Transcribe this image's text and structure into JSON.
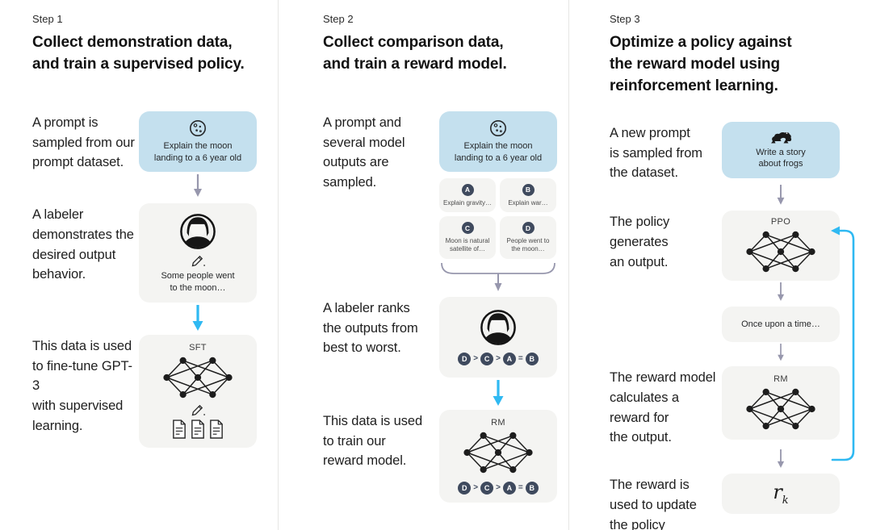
{
  "colors": {
    "accent_blue": "#2fb9f2",
    "arrow_gray": "#9797ad",
    "prompt_box_bg": "#c4e0ee",
    "panel_bg": "#f4f4f2",
    "chip_bg": "#3f4a5e"
  },
  "step1": {
    "step_label": "Step 1",
    "heading": "Collect demonstration data,\nand train a supervised policy.",
    "prompt_text": "A prompt is\nsampled from our\nprompt dataset.",
    "prompt_box": {
      "icon": "moon-icon",
      "text": "Explain the moon\nlanding to a 6 year old"
    },
    "labeler_text": "A labeler\ndemonstrates the\ndesired output\nbehavior.",
    "labeler_box": {
      "icon": "labeler-avatar-icon",
      "pencil": "pencil-icon",
      "text": "Some people went\nto the moon…"
    },
    "finetune_text": "This data is used\nto fine-tune GPT-3\nwith supervised\nlearning.",
    "sft_box": {
      "label": "SFT",
      "icons": [
        "network-icon",
        "pencil-icon",
        "documents-icon"
      ]
    }
  },
  "step2": {
    "step_label": "Step 2",
    "heading": "Collect comparison data,\nand train a reward model.",
    "sample_text": "A prompt and\nseveral model\noutputs are\nsampled.",
    "prompt_box": {
      "icon": "moon-icon",
      "text": "Explain the moon\nlanding to a 6 year old"
    },
    "outputs": [
      {
        "letter": "A",
        "text": "Explain gravity…"
      },
      {
        "letter": "B",
        "text": "Explain war…"
      },
      {
        "letter": "C",
        "text": "Moon is natural\nsatellite of…"
      },
      {
        "letter": "D",
        "text": "People went to\nthe moon…"
      }
    ],
    "rank_text": "A labeler ranks\nthe outputs from\nbest to worst.",
    "ranking": {
      "chips": [
        "D",
        "C",
        "A",
        "B"
      ],
      "ops": [
        ">",
        ">",
        "="
      ]
    },
    "train_text": "This data is used\nto train our\nreward model.",
    "rm_box": {
      "label": "RM"
    }
  },
  "step3": {
    "step_label": "Step 3",
    "heading": "Optimize a policy against\nthe reward model using\nreinforcement learning.",
    "prompt_text": "A new prompt\nis sampled from\nthe dataset.",
    "prompt_box": {
      "icon": "frog-icon",
      "text": "Write a story\nabout frogs"
    },
    "policy_text": "The policy\ngenerates\nan output.",
    "ppo_box": {
      "label": "PPO"
    },
    "output_box": {
      "text": "Once upon a time…"
    },
    "reward_calc_text": "The reward model\ncalculates a\nreward for\nthe output.",
    "rm_box": {
      "label": "RM"
    },
    "update_text": "The reward is\nused to update\nthe policy\nusing PPO.",
    "reward_box": {
      "symbol": "r",
      "subscript": "k"
    }
  }
}
